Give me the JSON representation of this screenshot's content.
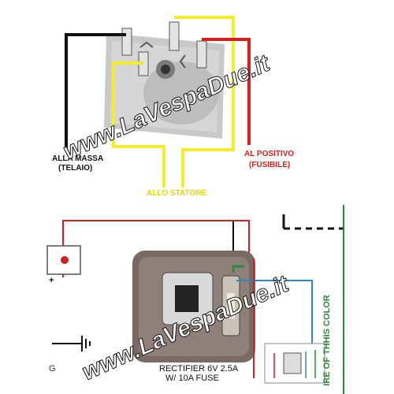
{
  "top_diagram": {
    "labels": {
      "ground": "ALLA MASSA",
      "ground_sub": "(TELAIO)",
      "positive": "AL POSITIVO",
      "positive_sub": "(FUSIBILE)",
      "stator": "ALLO STATORE"
    },
    "wire_colors": {
      "black": "#111111",
      "yellow": "#f4ee2a",
      "red": "#d81e1e"
    }
  },
  "bottom_diagram": {
    "caption_line1": "RECTIFIER 6V 2.5A",
    "caption_line2": "W/ 10A FUSE",
    "side_text": "IRE OF THHIS COLOR",
    "battery_plus": "+",
    "left_letter": "G",
    "wire_colors": {
      "red": "#cc2222",
      "green": "#2e8b3c",
      "blue": "#2f86c8",
      "black": "#111111"
    }
  },
  "watermark": "www.LaVespaDue.it"
}
